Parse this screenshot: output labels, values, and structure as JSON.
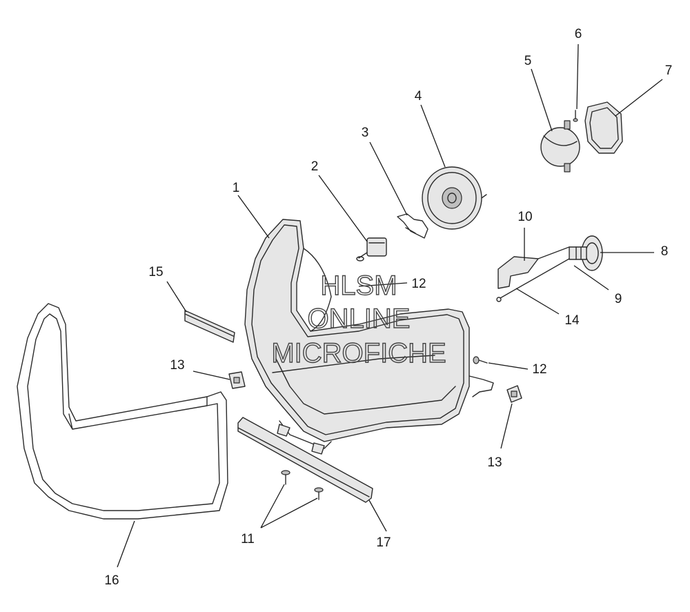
{
  "callouts": {
    "c1": "1",
    "c2": "2",
    "c3": "3",
    "c4": "4",
    "c5": "5",
    "c6": "6",
    "c7": "7",
    "c8": "8",
    "c9": "9",
    "c10": "10",
    "c11": "11",
    "c12a": "12",
    "c12b": "12",
    "c13a": "13",
    "c13b": "13",
    "c14": "14",
    "c15": "15",
    "c16": "16",
    "c17": "17"
  },
  "watermark": {
    "line1": "HLSM",
    "line2": "ONLINE",
    "line3": "MICROFICHE"
  }
}
